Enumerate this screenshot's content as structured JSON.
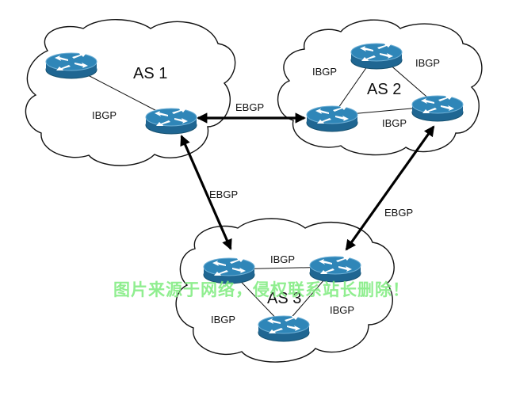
{
  "as_labels": {
    "as1": "AS 1",
    "as2": "AS 2",
    "as3": "AS 3"
  },
  "links": {
    "ibgp_as1": "IBGP",
    "ibgp_as2_left": "IBGP",
    "ibgp_as2_right": "IBGP",
    "ibgp_as2_bottom": "IBGP",
    "ibgp_as3_top": "IBGP",
    "ibgp_as3_left": "IBGP",
    "ibgp_as3_right": "IBGP",
    "ebgp_as1_as2": "EBGP",
    "ebgp_as1_as3": "EBGP",
    "ebgp_as2_as3": "EBGP"
  },
  "watermark": "图片来源于网络，侵权联系站长删除！",
  "colors": {
    "router_top": "#2f86b8",
    "router_side": "#1f6692",
    "cloud_stroke": "#111111",
    "watermark": "#7CEB7C"
  }
}
